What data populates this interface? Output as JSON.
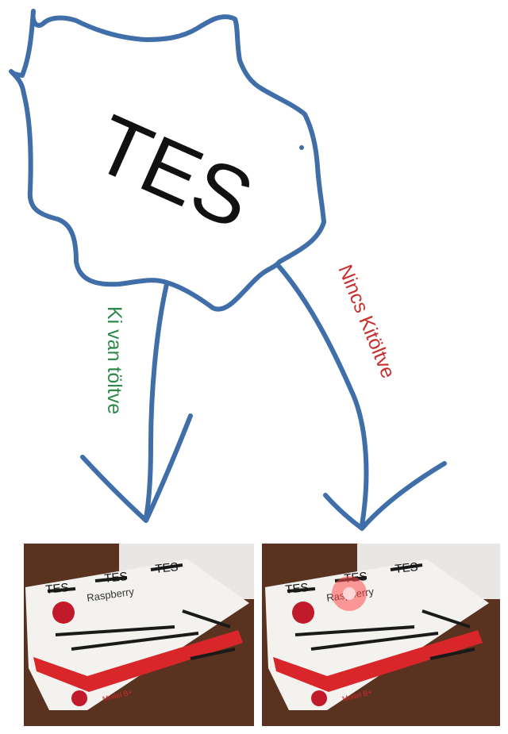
{
  "colors": {
    "outline": "#3f6ea9",
    "title_text": "#111111",
    "filled_label": "#2e8a4a",
    "not_filled_label": "#c8302f",
    "led_on": "#ff4a4a",
    "box_white": "#f4f2ef",
    "box_red": "#d8262b",
    "table_wood": "#6b3a1f"
  },
  "diagram": {
    "title": "TES",
    "branch_left": {
      "label": "Ki van töltve"
    },
    "branch_right": {
      "label": "Nincs Kitöltve"
    }
  },
  "photos": [
    {
      "box_brand": "Raspberry",
      "box_model": "Model B+",
      "scribbles": [
        "TES",
        "TES",
        "TES"
      ],
      "led_state": "off"
    },
    {
      "box_brand": "Raspberry",
      "box_model": "Model B+",
      "scribbles": [
        "TES",
        "TES",
        "TES"
      ],
      "led_state": "on"
    }
  ]
}
